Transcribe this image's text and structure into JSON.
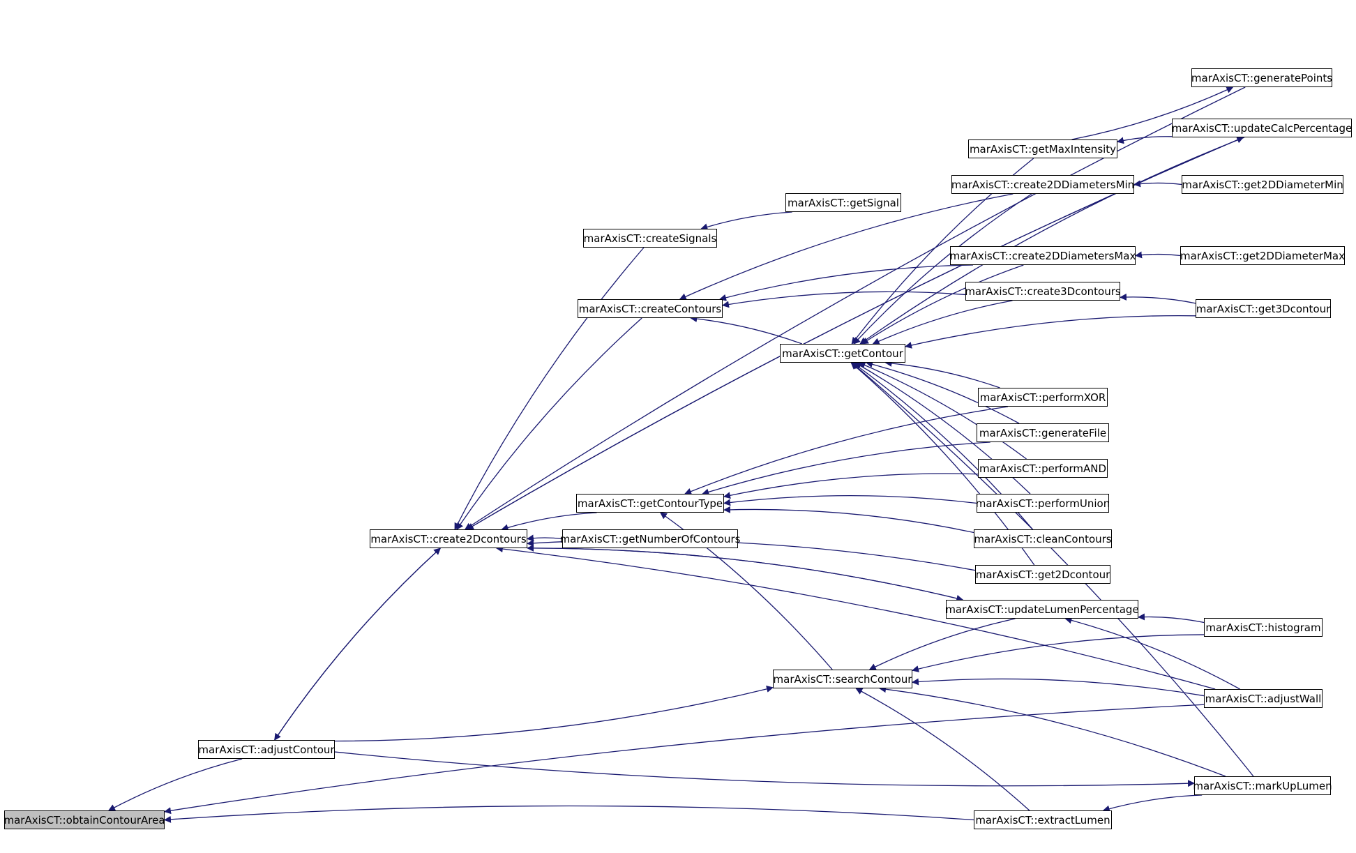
{
  "edge_color": "#191970",
  "focus_fill": "#bfbfbf",
  "nodes": {
    "obtainContourArea": "marAxisCT::obtainContourArea",
    "adjustContour": "marAxisCT::adjustContour",
    "create2Dcontours": "marAxisCT::create2Dcontours",
    "generatePoints": "marAxisCT::generatePoints",
    "updateCalcPercentage": "marAxisCT::updateCalcPercentage",
    "getMaxIntensity": "marAxisCT::getMaxIntensity",
    "create2DDiametersMin": "marAxisCT::create2DDiametersMin",
    "get2DDiameterMin": "marAxisCT::get2DDiameterMin",
    "getSignal": "marAxisCT::getSignal",
    "createSignals": "marAxisCT::createSignals",
    "create2DDiametersMax": "marAxisCT::create2DDiametersMax",
    "get2DDiameterMax": "marAxisCT::get2DDiameterMax",
    "create3Dcontours": "marAxisCT::create3Dcontours",
    "createContours": "marAxisCT::createContours",
    "get3Dcontour": "marAxisCT::get3Dcontour",
    "getContour": "marAxisCT::getContour",
    "performXOR": "marAxisCT::performXOR",
    "generateFile": "marAxisCT::generateFile",
    "performAND": "marAxisCT::performAND",
    "getContourType": "marAxisCT::getContourType",
    "performUnion": "marAxisCT::performUnion",
    "getNumberOfContours": "marAxisCT::getNumberOfContours",
    "cleanContours": "marAxisCT::cleanContours",
    "get2Dcontour": "marAxisCT::get2Dcontour",
    "updateLumenPercentage": "marAxisCT::updateLumenPercentage",
    "histogram": "marAxisCT::histogram",
    "searchContour": "marAxisCT::searchContour",
    "adjustWall": "marAxisCT::adjustWall",
    "markUpLumen": "marAxisCT::markUpLumen",
    "extractLumen": "marAxisCT::extractLumen"
  },
  "edges": [
    {
      "from": "adjustContour",
      "to": "obtainContourArea"
    },
    {
      "from": "adjustWall",
      "to": "obtainContourArea"
    },
    {
      "from": "extractLumen",
      "to": "obtainContourArea"
    },
    {
      "from": "create2Dcontours",
      "to": "adjustContour"
    },
    {
      "from": "adjustContour",
      "to": "create2Dcontours"
    },
    {
      "from": "adjustContour",
      "to": "searchContour"
    },
    {
      "from": "adjustContour",
      "to": "markUpLumen"
    },
    {
      "from": "generatePoints",
      "to": "create2Dcontours"
    },
    {
      "from": "updateCalcPercentage",
      "to": "create2Dcontours"
    },
    {
      "from": "create2Dcontours",
      "to": "updateCalcPercentage"
    },
    {
      "from": "createSignals",
      "to": "create2Dcontours"
    },
    {
      "from": "createContours",
      "to": "create2Dcontours"
    },
    {
      "from": "getContourType",
      "to": "create2Dcontours"
    },
    {
      "from": "getNumberOfContours",
      "to": "create2Dcontours"
    },
    {
      "from": "get2Dcontour",
      "to": "create2Dcontours"
    },
    {
      "from": "updateLumenPercentage",
      "to": "create2Dcontours"
    },
    {
      "from": "create2Dcontours",
      "to": "updateLumenPercentage"
    },
    {
      "from": "adjustWall",
      "to": "create2Dcontours"
    },
    {
      "from": "getSignal",
      "to": "createSignals"
    },
    {
      "from": "create2DDiametersMin",
      "to": "createContours"
    },
    {
      "from": "create2DDiametersMax",
      "to": "createContours"
    },
    {
      "from": "create3Dcontours",
      "to": "createContours"
    },
    {
      "from": "getContour",
      "to": "createContours"
    },
    {
      "from": "getMaxIntensity",
      "to": "generatePoints"
    },
    {
      "from": "updateCalcPercentage",
      "to": "getMaxIntensity"
    },
    {
      "from": "get2DDiameterMin",
      "to": "create2DDiametersMin"
    },
    {
      "from": "get2DDiameterMax",
      "to": "create2DDiametersMax"
    },
    {
      "from": "get3Dcontour",
      "to": "create3Dcontours"
    },
    {
      "from": "getMaxIntensity",
      "to": "getContour"
    },
    {
      "from": "create2DDiametersMin",
      "to": "getContour"
    },
    {
      "from": "updateCalcPercentage",
      "to": "getContour"
    },
    {
      "from": "create2DDiametersMax",
      "to": "getContour"
    },
    {
      "from": "create3Dcontours",
      "to": "getContour"
    },
    {
      "from": "get3Dcontour",
      "to": "getContour"
    },
    {
      "from": "performXOR",
      "to": "getContour"
    },
    {
      "from": "generateFile",
      "to": "getContour"
    },
    {
      "from": "performAND",
      "to": "getContour"
    },
    {
      "from": "performUnion",
      "to": "getContour"
    },
    {
      "from": "cleanContours",
      "to": "getContour"
    },
    {
      "from": "get2Dcontour",
      "to": "getContour"
    },
    {
      "from": "markUpLumen",
      "to": "getContour"
    },
    {
      "from": "performXOR",
      "to": "getContourType"
    },
    {
      "from": "generateFile",
      "to": "getContourType"
    },
    {
      "from": "performAND",
      "to": "getContourType"
    },
    {
      "from": "performUnion",
      "to": "getContourType"
    },
    {
      "from": "cleanContours",
      "to": "getContourType"
    },
    {
      "from": "searchContour",
      "to": "getContourType"
    },
    {
      "from": "histogram",
      "to": "updateLumenPercentage"
    },
    {
      "from": "adjustWall",
      "to": "updateLumenPercentage"
    },
    {
      "from": "updateLumenPercentage",
      "to": "searchContour"
    },
    {
      "from": "histogram",
      "to": "searchContour"
    },
    {
      "from": "adjustWall",
      "to": "searchContour"
    },
    {
      "from": "markUpLumen",
      "to": "searchContour"
    },
    {
      "from": "extractLumen",
      "to": "searchContour"
    },
    {
      "from": "markUpLumen",
      "to": "extractLumen"
    }
  ]
}
